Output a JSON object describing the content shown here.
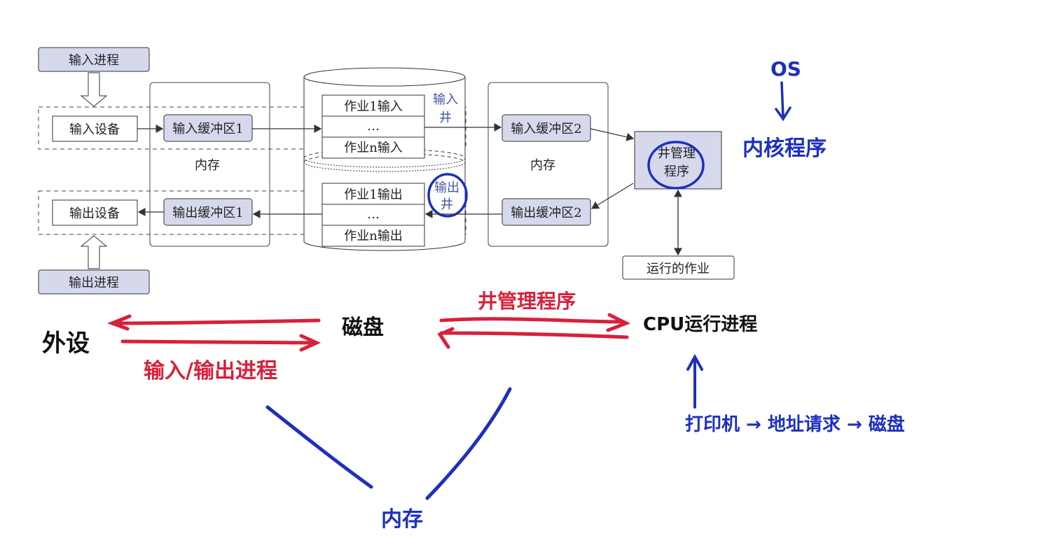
{
  "diagram": {
    "input_process": "输入进程",
    "output_process": "输出进程",
    "input_device": "输入设备",
    "output_device": "输出设备",
    "input_buffer_1": "输入缓冲区1",
    "output_buffer_1": "输出缓冲区1",
    "memory_left": "内存",
    "memory_right": "内存",
    "input_well_items": [
      "作业1输入",
      "…",
      "作业n输入"
    ],
    "output_well_items": [
      "作业1输出",
      "…",
      "作业n输出"
    ],
    "input_well_label": [
      "输入",
      "井"
    ],
    "output_well_label": [
      "输出",
      "井"
    ],
    "input_buffer_2": "输入缓冲区2",
    "output_buffer_2": "输出缓冲区2",
    "well_manager": [
      "井管理",
      "程序"
    ],
    "running_job": "运行的作业"
  },
  "annotations": {
    "os": "OS",
    "kernel": "内核程序",
    "peripheral": "外设",
    "disk": "磁盘",
    "well_manager_program": "井管理程序",
    "io_process": "输入/输出进程",
    "cpu": "CPU运行进程",
    "memory": "内存",
    "print_flow": "打印机 → 地址请求 → 磁盘"
  },
  "colors": {
    "box_fill": "#d6d9ec",
    "box_stroke": "#333333",
    "well_label": "#4356a8",
    "annotation_red": "#d8203a",
    "annotation_blue": "#1d2fbf"
  }
}
